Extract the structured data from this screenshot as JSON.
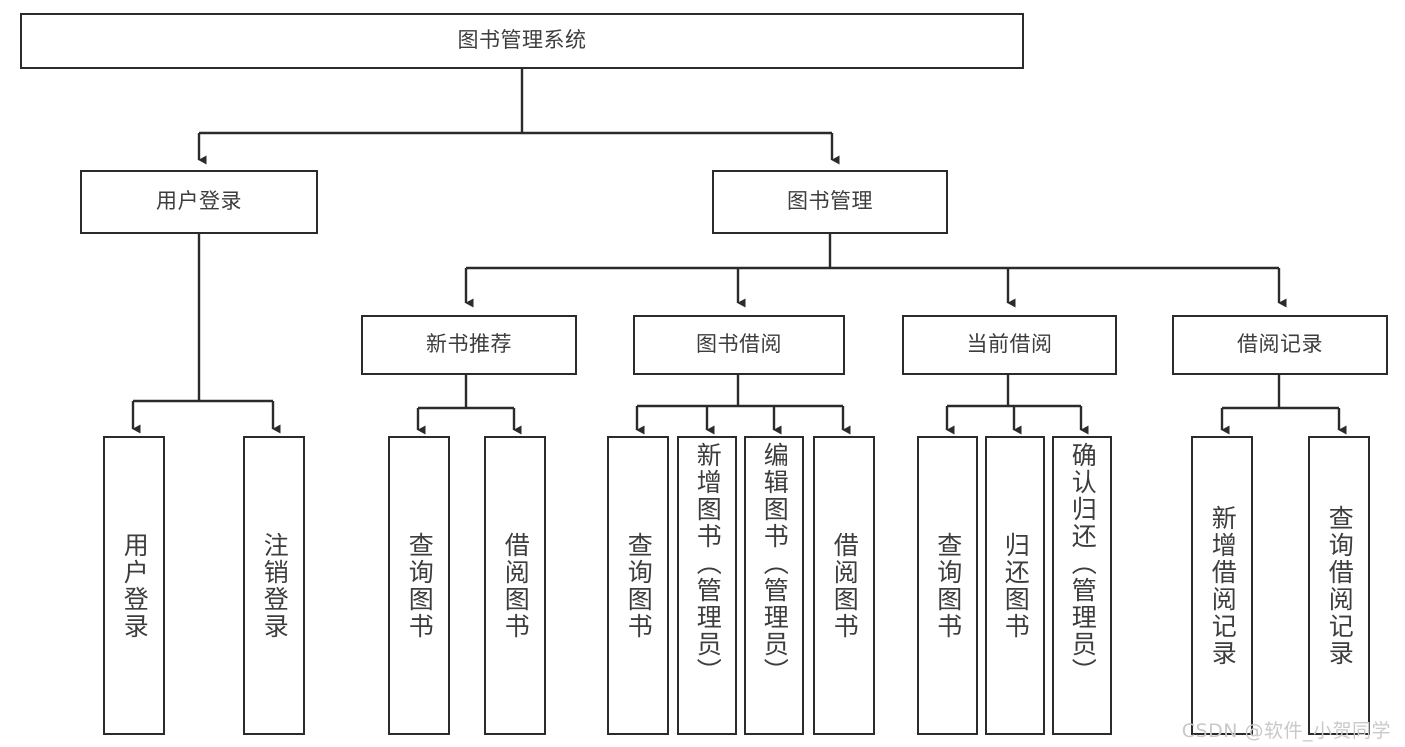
{
  "diagram": {
    "title_node": {
      "label": "图书管理系统"
    },
    "colors": {
      "stroke": "#2b2b2b",
      "text": "#3d3d3d",
      "background": "#ffffff",
      "watermark": "#c9c9c9"
    },
    "level2": [
      {
        "id": "user-login",
        "label": "用户登录"
      },
      {
        "id": "book-manage",
        "label": "图书管理"
      }
    ],
    "level3": [
      {
        "id": "new-book-recommend",
        "label": "新书推荐"
      },
      {
        "id": "book-borrow",
        "label": "图书借阅"
      },
      {
        "id": "current-borrow",
        "label": "当前借阅"
      },
      {
        "id": "borrow-record",
        "label": "借阅记录"
      }
    ],
    "leaves": {
      "user_login": [
        {
          "id": "leaf-user-login",
          "label": "用户登录"
        },
        {
          "id": "leaf-logout-login",
          "label": "注销登录"
        }
      ],
      "new_book_recommend": [
        {
          "id": "leaf-query-book-1",
          "label": "查询图书"
        },
        {
          "id": "leaf-borrow-book-1",
          "label": "借阅图书"
        }
      ],
      "book_borrow": [
        {
          "id": "leaf-query-book-2",
          "label": "查询图书"
        },
        {
          "id": "leaf-add-book",
          "label": "新增图书（管理员）"
        },
        {
          "id": "leaf-edit-book",
          "label": "编辑图书（管理员）"
        },
        {
          "id": "leaf-borrow-book-2",
          "label": "借阅图书"
        }
      ],
      "current_borrow": [
        {
          "id": "leaf-query-book-3",
          "label": "查询图书"
        },
        {
          "id": "leaf-return-book",
          "label": "归还图书"
        },
        {
          "id": "leaf-confirm-return",
          "label": "确认归还（管理员）"
        }
      ],
      "borrow_record": [
        {
          "id": "leaf-add-record",
          "label": "新增借阅记录"
        },
        {
          "id": "leaf-query-record",
          "label": "查询借阅记录"
        }
      ]
    }
  },
  "watermark": {
    "text": "CSDN @软件_小贺同学"
  }
}
